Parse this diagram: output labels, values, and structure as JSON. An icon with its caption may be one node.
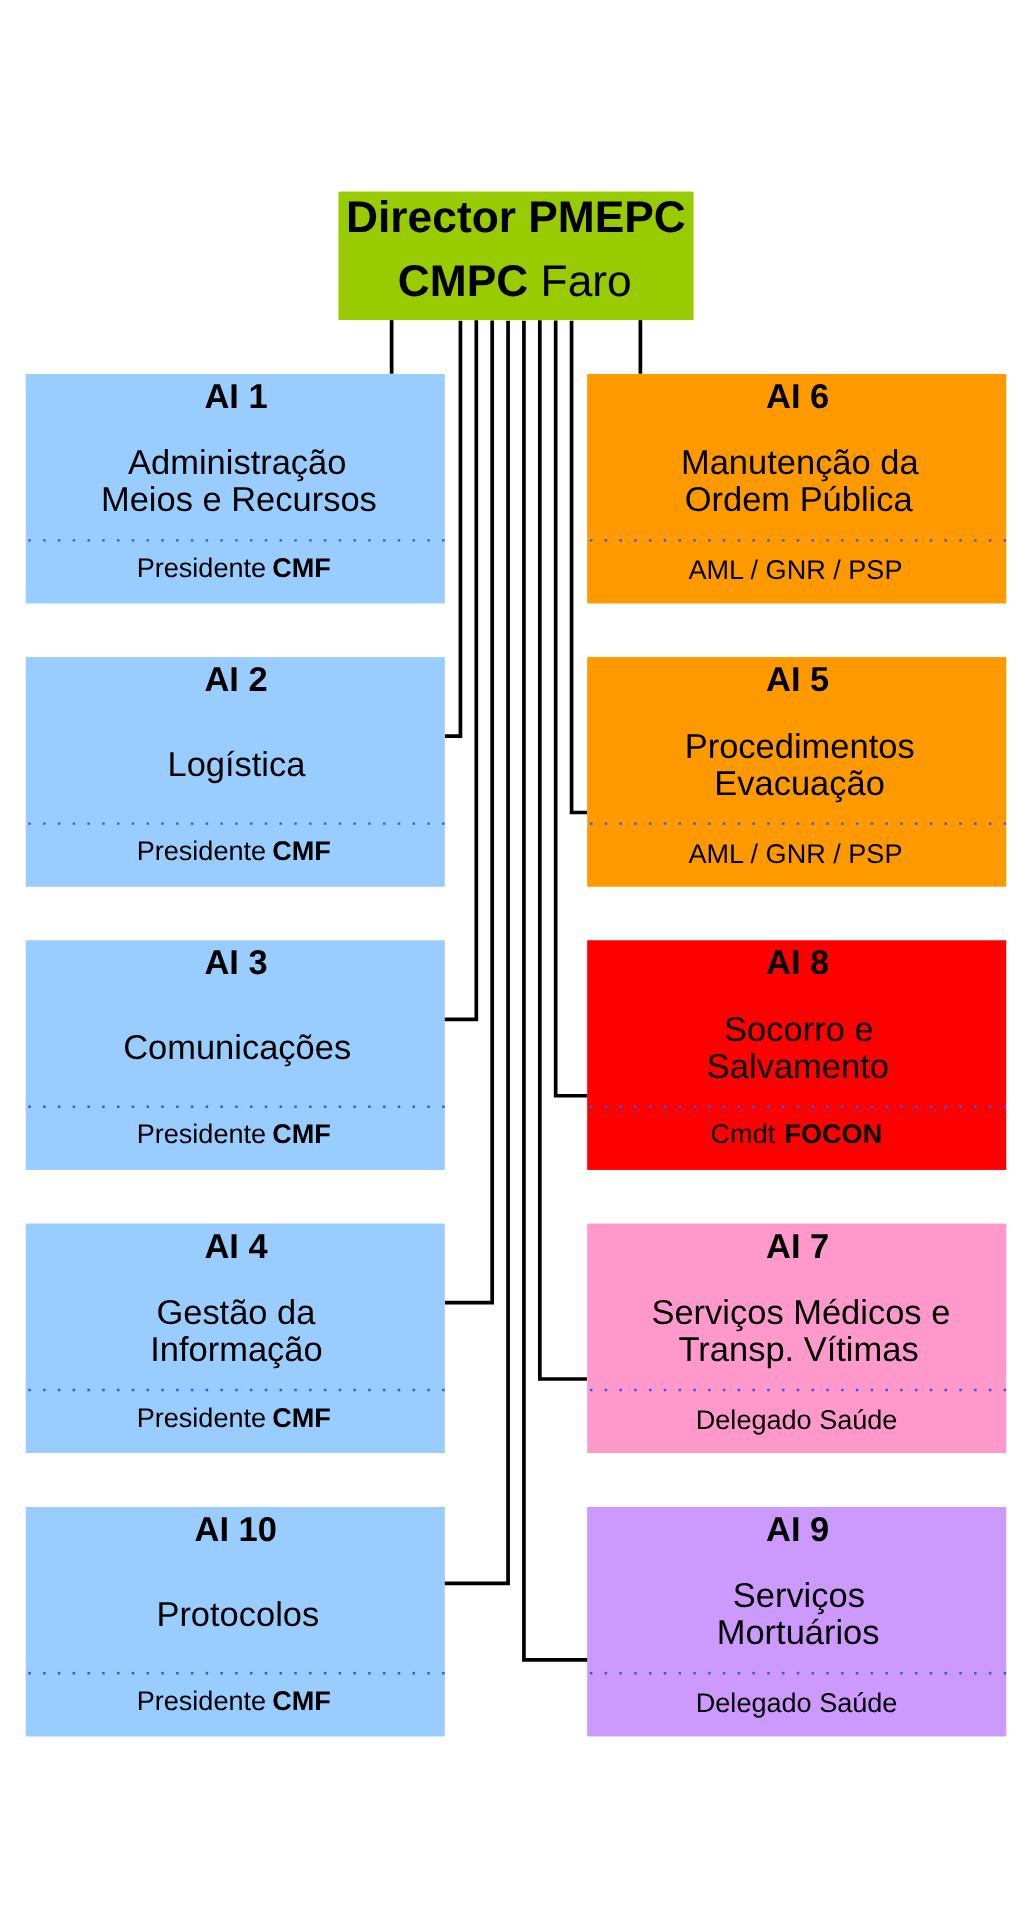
{
  "diagram": {
    "nodes": [
      {
        "text": [
          "**Director PMEPC**",
          "**CMPC** Faro"
        ]
      },
      {
        "text": [
          "**AI 1**",
          "Administração Meios e Recursos",
          "Presidente **CMF**"
        ]
      },
      {
        "text": [
          "**AI 6**",
          "Manutenção da Ordem Pública",
          "AML / GNR / PSP"
        ]
      },
      {
        "text": [
          "**AI 2**",
          "Logística",
          "Presidente **CMF**"
        ]
      },
      {
        "text": [
          "**AI 5**",
          "Procedimentos Evacuação",
          "AML / GNR / PSP"
        ]
      },
      {
        "text": [
          "**AI 3**",
          "Comunicações",
          "Presidente **CMF**"
        ]
      },
      {
        "text": [
          "**AI 8**",
          "Socorro e Salvamento",
          "Cmdt **FOCON**"
        ]
      },
      {
        "text": [
          "**AI 4**",
          "Gestão da Informação",
          "Presidente **CMF**"
        ]
      },
      {
        "text": [
          "**AI 7**",
          "Serviços Médicos e Transp. Vítimas",
          "Delegado Saúde"
        ]
      },
      {
        "text": [
          "**AI 10**",
          "Protocolos",
          "Presidente **CMF**"
        ]
      },
      {
        "text": [
          "**AI 9**",
          "Serviços Mortuários",
          "Delegado Saúde"
        ]
      }
    ],
    "edges": [
      {
        "from": 0,
        "to": 1,
        "arrow": "none"
      },
      {
        "from": 0,
        "to": 2,
        "arrow": "none"
      },
      {
        "from": 0,
        "to": 3,
        "arrow": "none"
      },
      {
        "from": 0,
        "to": 4,
        "arrow": "none"
      },
      {
        "from": 0,
        "to": 5,
        "arrow": "none"
      },
      {
        "from": 0,
        "to": 6,
        "arrow": "none"
      },
      {
        "from": 0,
        "to": 7,
        "arrow": "none"
      },
      {
        "from": 0,
        "to": 8,
        "arrow": "none"
      },
      {
        "from": 0,
        "to": 9,
        "arrow": "none"
      },
      {
        "from": 0,
        "to": 10,
        "arrow": "none"
      }
    ]
  }
}
